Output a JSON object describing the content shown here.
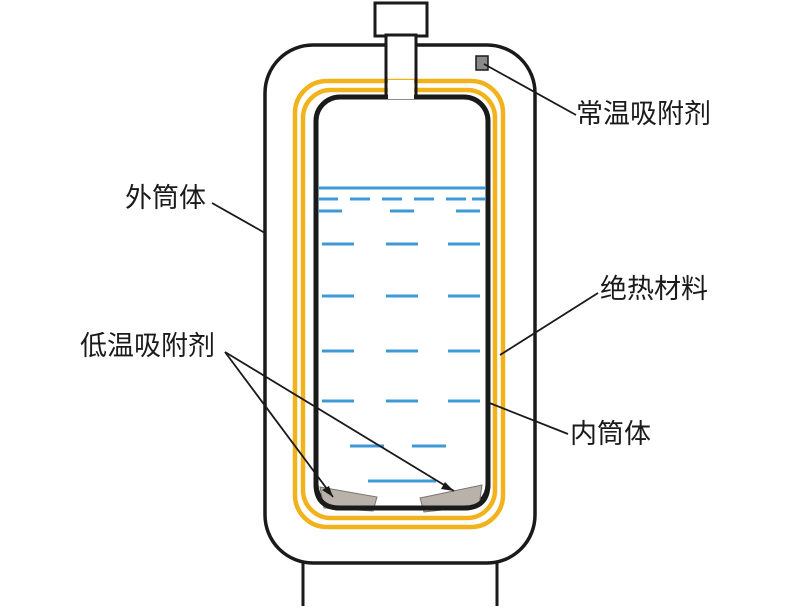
{
  "labels": {
    "outer_shell": "外筒体",
    "room_temp_adsorbent": "常温吸附剂",
    "insulation": "绝热材料",
    "low_temp_adsorbent": "低温吸附剂",
    "inner_shell": "内筒体"
  },
  "colors": {
    "outline": "#1a1a1a",
    "insulation": "#f2b21b",
    "liquid_dash": "#3d9ad6",
    "adsorbent_fill": "#b9b2ab",
    "background": "#ffffff"
  }
}
